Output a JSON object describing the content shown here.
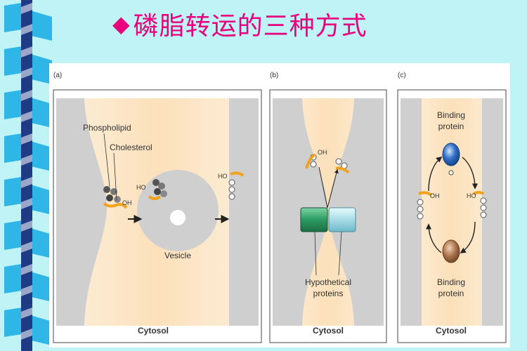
{
  "slide": {
    "title": "磷脂转运的三种方式"
  },
  "panels": {
    "a": {
      "tag": "(a)",
      "phospholipid": "Phospholipid",
      "cholesterol": "Cholesterol",
      "oh": "OH",
      "ho_left": "HO",
      "ho_right": "HO",
      "vesicle": "Vesicle",
      "cytosol": "Cytosol"
    },
    "b": {
      "tag": "(b)",
      "oh": "OH",
      "hypothetical_line1": "Hypothetical",
      "hypothetical_line2": "proteins",
      "cytosol": "Cytosol"
    },
    "c": {
      "tag": "(c)",
      "binding_top_line1": "Binding",
      "binding_top_line2": "protein",
      "oh": "OH",
      "ho": "HO",
      "binding_bottom_line1": "Binding",
      "binding_bottom_line2": "protein",
      "cytosol": "Cytosol"
    }
  },
  "colors": {
    "title": "#e8007d",
    "slide_bg": "#bff3f5",
    "ribbon_dark": "#1f3b86",
    "ribbon_light": "#2fb6e6",
    "membrane_gray": "#cfcfcf",
    "cytosol_peach": "#fbe3c2",
    "lipid_orange": "#f0a21e",
    "protein_green": "#2b9a62",
    "protein_cyan": "#bfe8ee",
    "protein_blue": "#2f6fc7",
    "protein_brown": "#a8714a"
  }
}
